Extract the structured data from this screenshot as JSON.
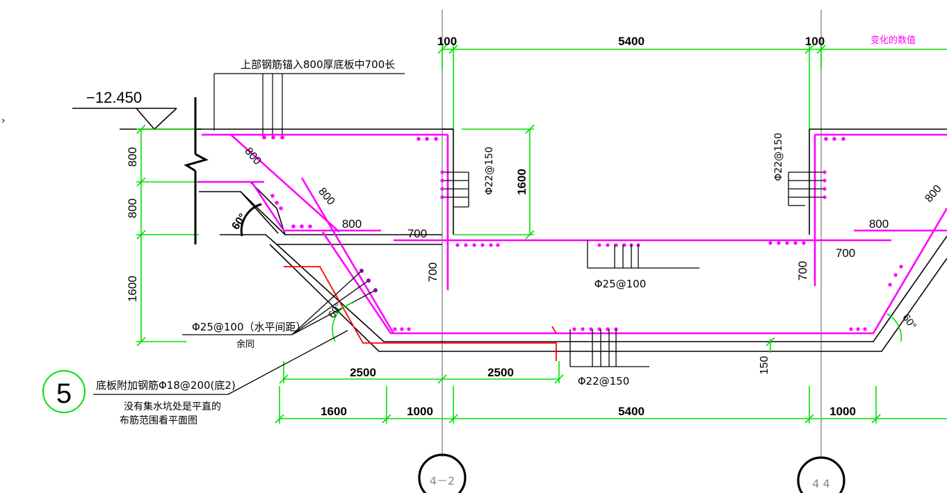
{
  "legend": {
    "label": "变化的数值",
    "color": "#ff00ff"
  },
  "elevation": "−12.450",
  "top_note": "上部钢筋锚入800厚底板中700长",
  "dims_top": {
    "d1": "100",
    "d2": "5400",
    "d3": "100"
  },
  "dims_left": {
    "v1": "800",
    "v2": "800",
    "v3": "1600"
  },
  "slope_labels": {
    "s1": "800",
    "s2": "800",
    "s3": "800"
  },
  "horiz_labels": {
    "h1": "800",
    "h2": "800",
    "h3": "700",
    "h4": "700"
  },
  "vert_labels": {
    "v700a": "700",
    "v700b": "700",
    "v1600": "1600",
    "v150": "150"
  },
  "angles": {
    "a1": "60°",
    "a2": "60°",
    "a3": "60°"
  },
  "rebar": {
    "wall_left": "Φ22@150",
    "wall_right": "Φ22@150",
    "top_slab": "Φ25@100",
    "bottom_slab": "Φ22@150",
    "slope": "Φ25@100（水平间距）",
    "slope_sub": "余同"
  },
  "note5": {
    "number": "5",
    "line1": "底板附加钢筋Φ18@200(底2)",
    "line2": "没有集水坑处是平直的",
    "line3": "布筋范围看平面图"
  },
  "dims_bottom1": {
    "b1": "2500",
    "b2": "2500"
  },
  "dims_bottom2": {
    "c1": "1600",
    "c2": "1000",
    "c3": "5400",
    "c4": "1000"
  },
  "axes": {
    "a1": "4－2",
    "a2": "4  4"
  },
  "colors": {
    "dim": "#00e000",
    "rebar": "#ff00ff",
    "extra_rebar": "#ff0000",
    "axis": "#8a8a8a"
  }
}
